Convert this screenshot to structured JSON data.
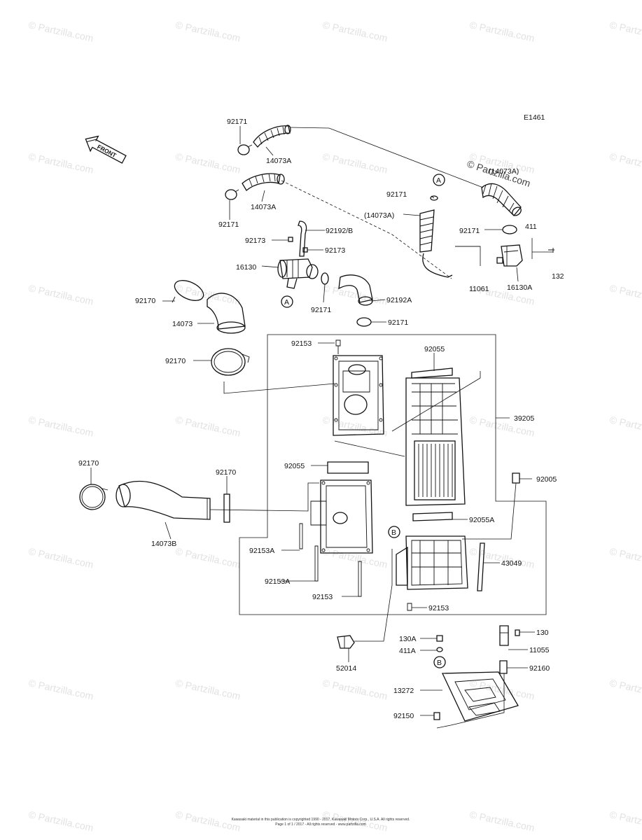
{
  "diagram_code": "E1461",
  "front_label": "FRONT",
  "watermark_text": "© Partzilla.com",
  "footer_line1": "Kawasaki material in this publication is copyrighted 1990 - 2017, Kawasaki Motors Corp., U.S.A. All rights reserved.",
  "footer_line2": "Page 1 of 1 / 2017 - All rights reserved - www.partzilla.com",
  "callouts": [
    "A",
    "A",
    "B",
    "B"
  ],
  "labels": {
    "92171_top": "92171",
    "14073A_top": "14073A",
    "14073A_second": "14073A",
    "92171_left": "92171",
    "92171_mid": "92171",
    "14073A_paren": "(14073A)",
    "14073A_paren_right": "(14073A)",
    "92171_right": "92171",
    "411": "411",
    "92173_a": "92173",
    "92192B": "92192/B",
    "92173_b": "92173",
    "16130": "16130",
    "11061": "11061",
    "16130A": "16130A",
    "132": "132",
    "92170_a": "92170",
    "92171_low": "92171",
    "92192A": "92192A",
    "14073": "14073",
    "92171_clamp": "92171",
    "92153_top": "92153",
    "92055_top": "92055",
    "92170_b": "92170",
    "39205": "39205",
    "92170_c": "92170",
    "92170_d": "92170",
    "92055_left": "92055",
    "92005": "92005",
    "14073B": "14073B",
    "92055A": "92055A",
    "92153A_a": "92153A",
    "43049": "43049",
    "92153A_b": "92153A",
    "92153_low": "92153",
    "92153_bottom": "92153",
    "130A": "130A",
    "130": "130",
    "411A": "411A",
    "11055": "11055",
    "52014": "52014",
    "92160": "92160",
    "13272": "13272",
    "92150": "92150"
  }
}
